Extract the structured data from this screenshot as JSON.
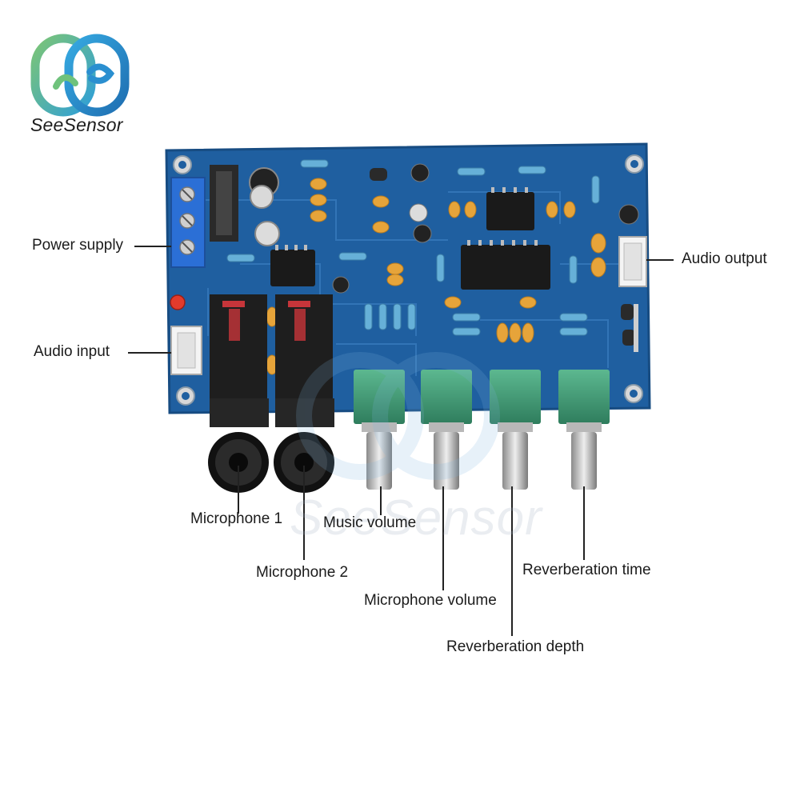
{
  "brand": {
    "logo_icon": "seesensor-logo-icon",
    "name": "SeeSensor",
    "watermark": "SeeSensor"
  },
  "product": {
    "description_icon": "karaoke-reverb-board-icon",
    "board_color": "#1f5fa0",
    "knob_color": "#3f9a78"
  },
  "callouts": {
    "power_supply": "Power supply",
    "audio_input": "Audio input",
    "audio_output": "Audio output",
    "microphone_1": "Microphone 1",
    "microphone_2": "Microphone 2",
    "music_volume": "Music volume",
    "microphone_volume": "Microphone volume",
    "reverberation_depth": "Reverberation depth",
    "reverberation_time": "Reverberation time"
  }
}
